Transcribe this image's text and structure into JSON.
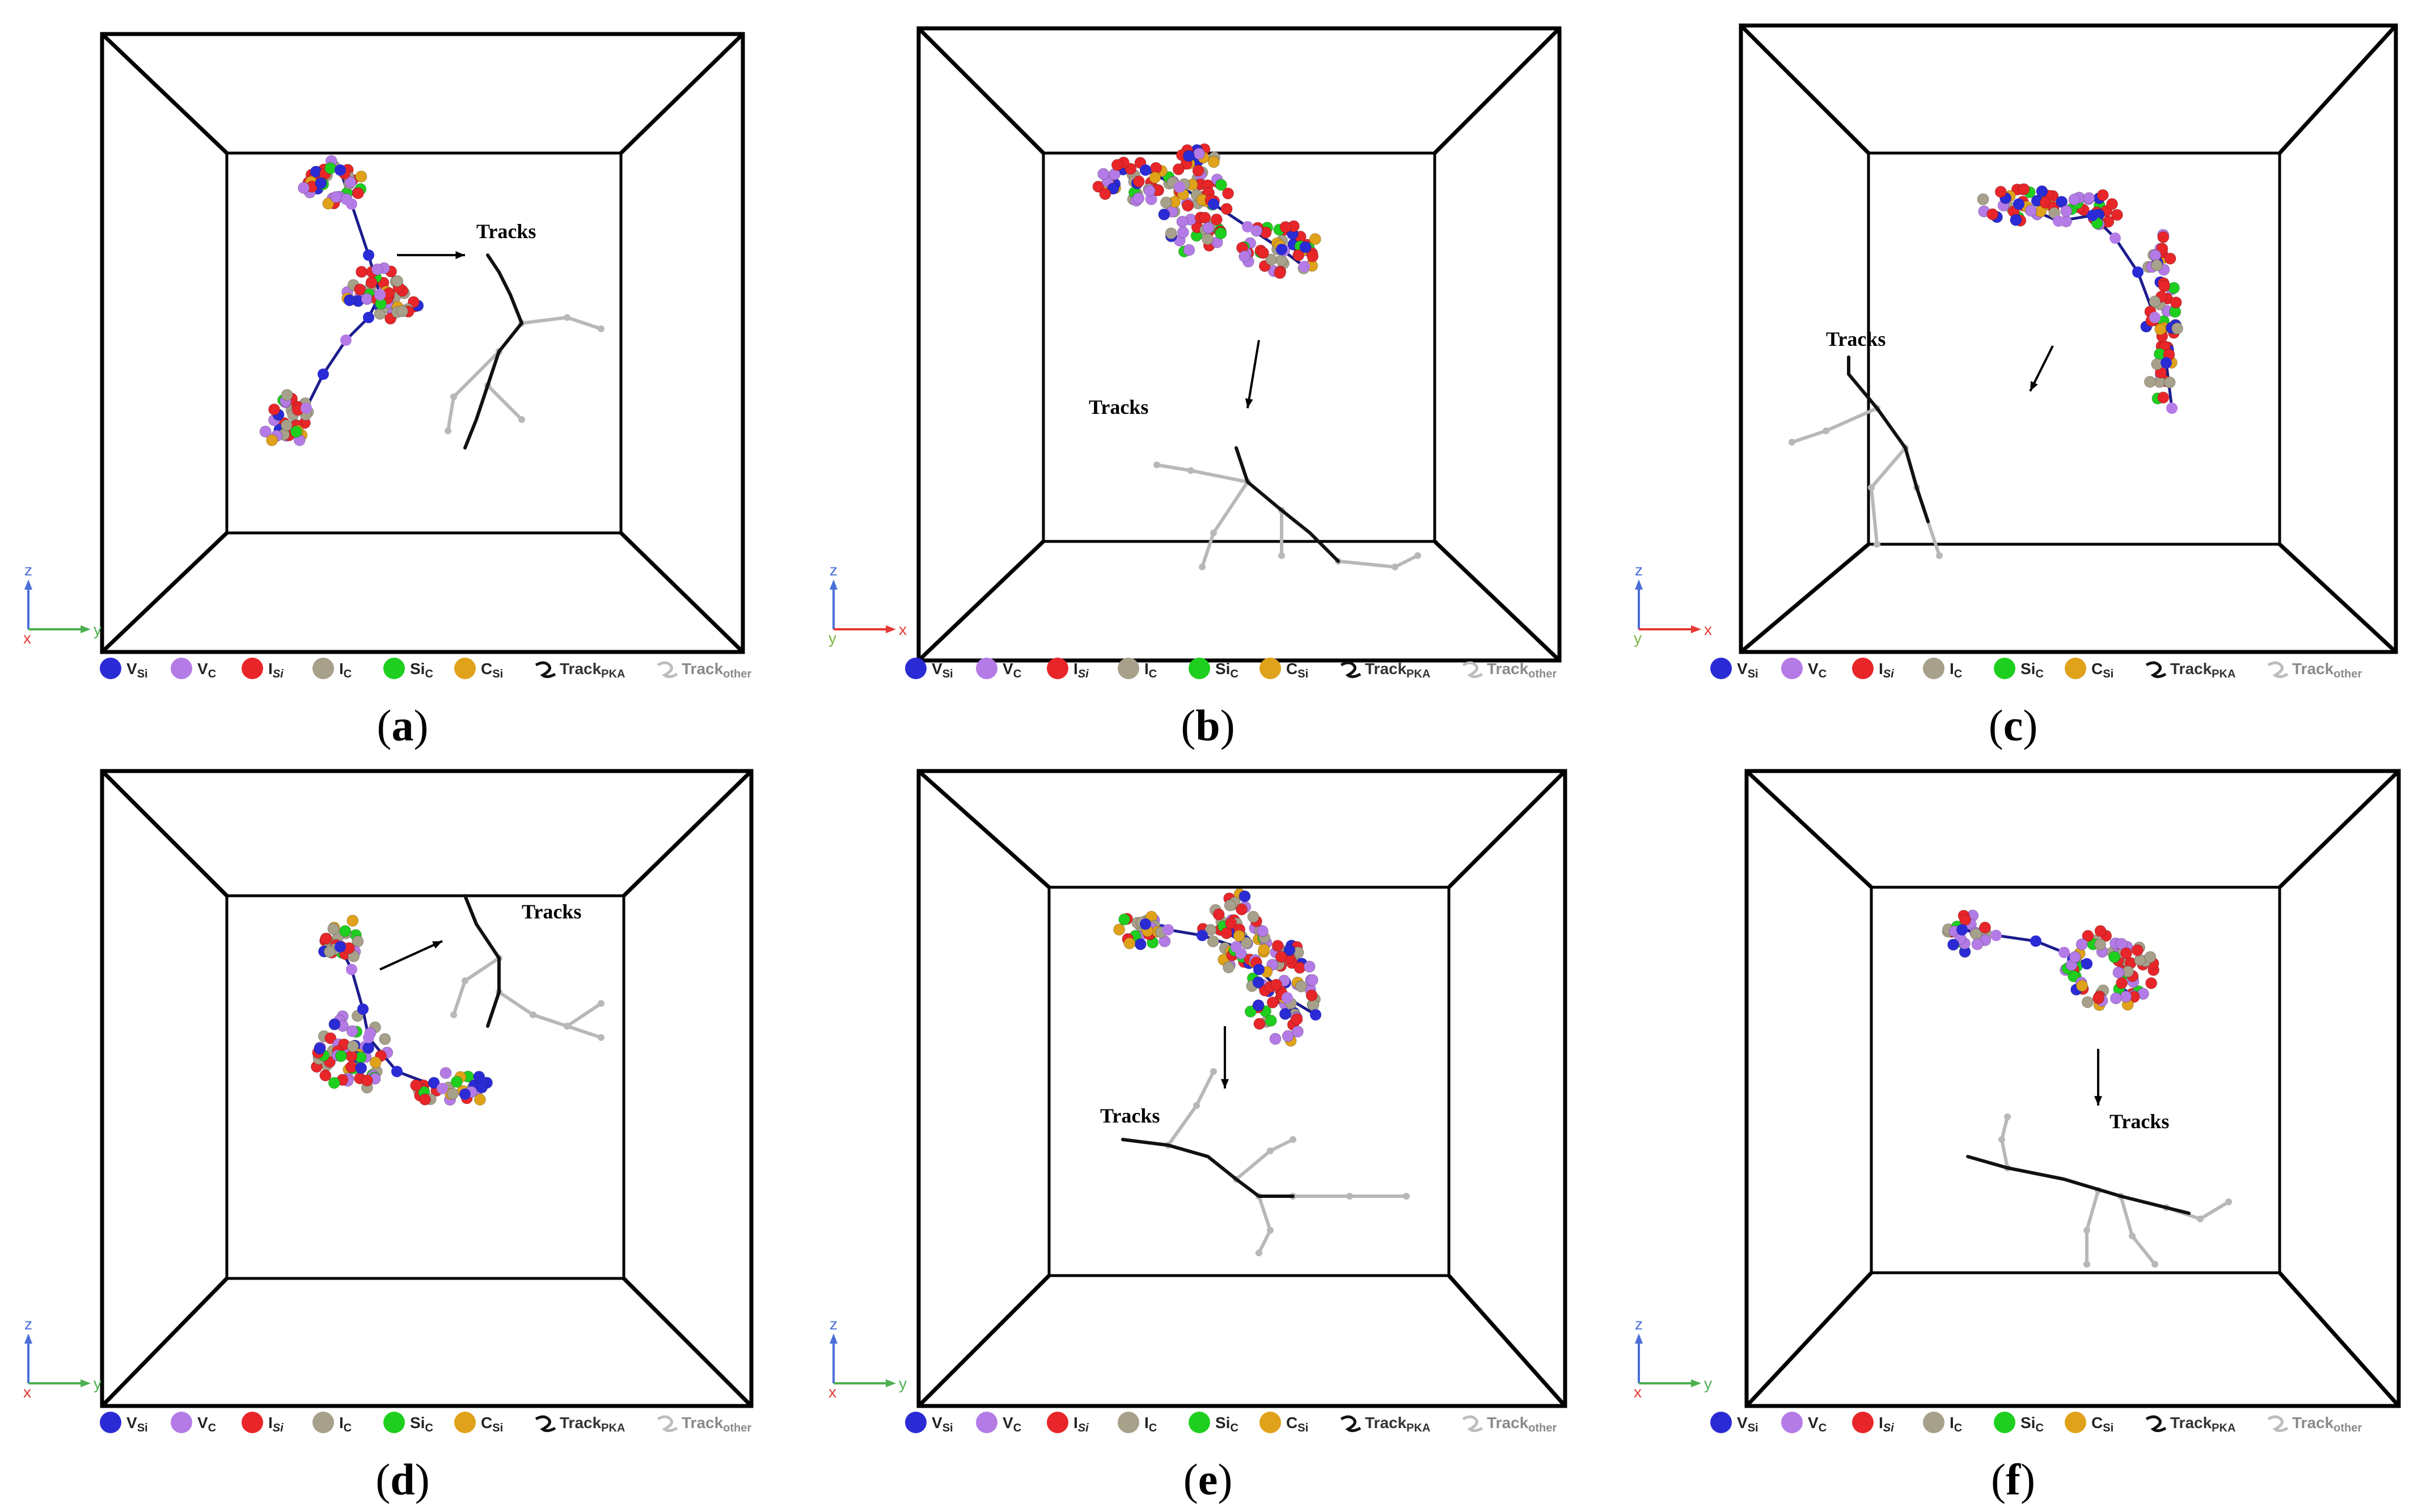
{
  "tracks_label": "Tracks",
  "legend": [
    {
      "id": "vsi",
      "label": "V",
      "sub": "Si",
      "color": "#2b2bd6",
      "italic": false
    },
    {
      "id": "vc",
      "label": "V",
      "sub": "C",
      "color": "#b47be6",
      "italic": false
    },
    {
      "id": "isi",
      "label": "I",
      "sub": "Si",
      "color": "#e8262a",
      "italic": true
    },
    {
      "id": "ic",
      "label": "I",
      "sub": "C",
      "color": "#a7a08a",
      "italic": false
    },
    {
      "id": "sic",
      "label": "Si",
      "sub": "C",
      "color": "#1fcf1f",
      "italic": false
    },
    {
      "id": "csi",
      "label": "C",
      "sub": "Si",
      "color": "#e0a21a",
      "italic": false
    },
    {
      "id": "trackpka",
      "label": "Track",
      "sub": "PKA",
      "color": "#111111",
      "italic": false
    },
    {
      "id": "trackother",
      "label": "Track",
      "sub": "other",
      "color": "#bdbdbd",
      "italic": false
    }
  ],
  "panels": [
    {
      "id": "a",
      "label": "a",
      "axes": {
        "vertical": "z",
        "horizontal": "y",
        "origin": "x"
      }
    },
    {
      "id": "b",
      "label": "b",
      "axes": {
        "vertical": "z",
        "horizontal": "x",
        "origin": "y"
      }
    },
    {
      "id": "c",
      "label": "c",
      "axes": {
        "vertical": "z",
        "horizontal": "x",
        "origin": "y"
      }
    },
    {
      "id": "d",
      "label": "d",
      "axes": {
        "vertical": "z",
        "horizontal": "y",
        "origin": "x"
      }
    },
    {
      "id": "e",
      "label": "e",
      "axes": {
        "vertical": "z",
        "horizontal": "y",
        "origin": "x"
      }
    },
    {
      "id": "f",
      "label": "f",
      "axes": {
        "vertical": "z",
        "horizontal": "y",
        "origin": "x"
      }
    }
  ],
  "colors": {
    "axis_z": "#4a6fd8",
    "axis_h": "#4caf50",
    "axis_origin_red": "#e53935",
    "axis_h_red": "#e53935",
    "axis_origin_green": "#7cb342",
    "track_pka": "#111111",
    "track_other": "#b8b8b8",
    "box_line": "#000000"
  }
}
